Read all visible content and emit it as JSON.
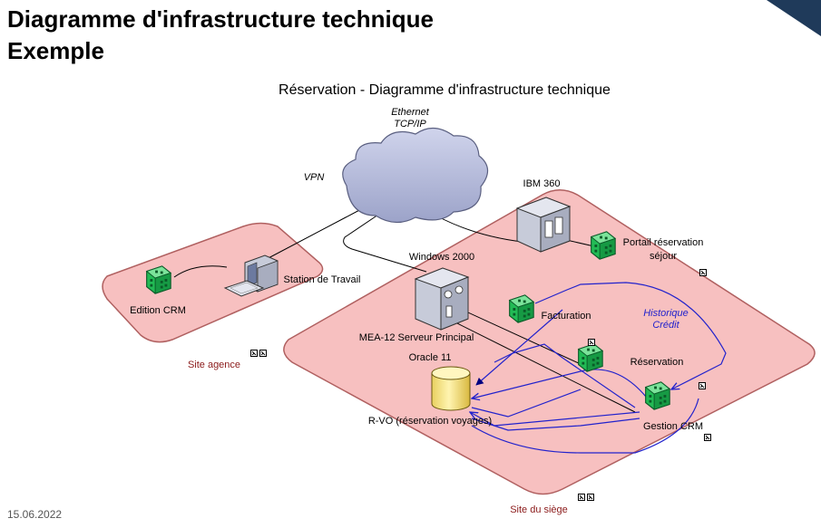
{
  "slide": {
    "title_line1": "Diagramme d'infrastructure technique",
    "title_line2": "Exemple",
    "date": "15.06.2022"
  },
  "diagram": {
    "title": "Réservation - Diagramme d'infrastructure technique",
    "network_label_1": "Ethernet",
    "network_label_2": "TCP/IP",
    "vpn_label": "VPN",
    "site_agence": "Site agence",
    "site_siege": "Site du siège",
    "nodes": {
      "ibm": "IBM 360",
      "windows": "Windows 2000",
      "serveur": "MEA-12 Serveur Principal",
      "oracle": "Oracle 11",
      "rvo": "R-VO (réservation voyages)",
      "station": "Station de Travail",
      "edition": "Edition CRM",
      "portail_1": "Portail réservation",
      "portail_2": "séjour",
      "facturation": "Facturation",
      "reservation": "Réservation",
      "gestion": "Gestion CRM"
    },
    "flow_label_1": "Historique",
    "flow_label_2": "Crédit"
  },
  "colors": {
    "site_fill": "#f7c0c0",
    "site_stroke": "#b06060",
    "cloud_fill": "#b4b9d8",
    "flow": "#2222cc",
    "site_label": "#8b1a1a",
    "component": "#22bb55"
  }
}
